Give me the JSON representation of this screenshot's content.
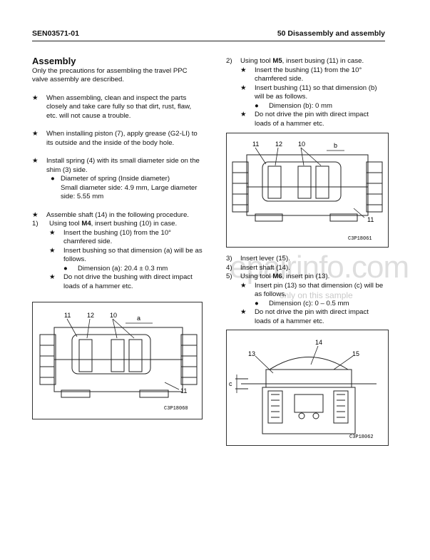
{
  "header": {
    "doc_id": "SEN03571-01",
    "section": "50 Disassembly and assembly"
  },
  "left": {
    "title": "Assembly",
    "intro": "Only the precautions for assembling the travel PPC valve assembly are described.",
    "star1": "When assembling, clean and inspect the parts closely and take care fully so that dirt, rust, flaw, etc. will not cause a trouble.",
    "star2": "When installing piston (7), apply grease (G2-LI) to its outside and the inside of the body hole.",
    "star3": "Install spring (4) with its small diameter side on the shim (3) side.",
    "star3_b1": "Diameter of spring (Inside diameter)",
    "star3_b2": "Small diameter side: 4.9 mm, Large diameter side: 5.55 mm",
    "star4": "Assemble shaft (14) in the following procedure.",
    "step1_num": "1)",
    "step1_a": "Using tool ",
    "step1_tool": "M4",
    "step1_b": ", insert bushing (10) in case.",
    "step1_s1": "Insert the bushing (10) from the 10° chamfered side.",
    "step1_s2": "Insert bushing so that dimension (a) will be as follows.",
    "step1_s2_b": "Dimension (a): 20.4 ± 0.3 mm",
    "step1_s3": "Do not drive the bushing with direct impact loads of a hammer etc.",
    "fig_code": "C3P18060",
    "fig_labels": [
      "11",
      "12",
      "10",
      "a",
      "11"
    ]
  },
  "right": {
    "step2_num": "2)",
    "step2_a": "Using tool ",
    "step2_tool": "M5",
    "step2_b": ", insert busing (11) in case.",
    "step2_s1": "Insert the bushing (11) from the 10° chamfered side.",
    "step2_s2": "Insert bushing (11) so that dimension (b) will be as follows.",
    "step2_s2_b": "Dimension (b): 0 mm",
    "step2_s3": "Do not drive the pin with direct impact loads of a hammer etc.",
    "fig1_code": "C3P18061",
    "fig1_labels": [
      "11",
      "12",
      "10",
      "b",
      "11"
    ],
    "step3": "Insert lever (15).",
    "step4": "Insert shaft (14).",
    "step5_a": "Using tool ",
    "step5_tool": "M6",
    "step5_b": ", insert pin (13).",
    "step5_s1": "Insert pin (13) so that dimension (c) will be as follows.",
    "step5_s1_b": "Dimension (c): 0 – 0.5 mm",
    "step5_s2": "Do not drive the pin with direct impact loads of a hammer etc.",
    "fig2_code": "C3P18062",
    "fig2_labels": [
      "14",
      "13",
      "15",
      "c"
    ],
    "nums": [
      "3)",
      "4)",
      "5)"
    ]
  },
  "watermark": {
    "main": "epairinfo.com",
    "sub": "only on this sample"
  },
  "symbols": {
    "star": "★",
    "dot": "●"
  }
}
